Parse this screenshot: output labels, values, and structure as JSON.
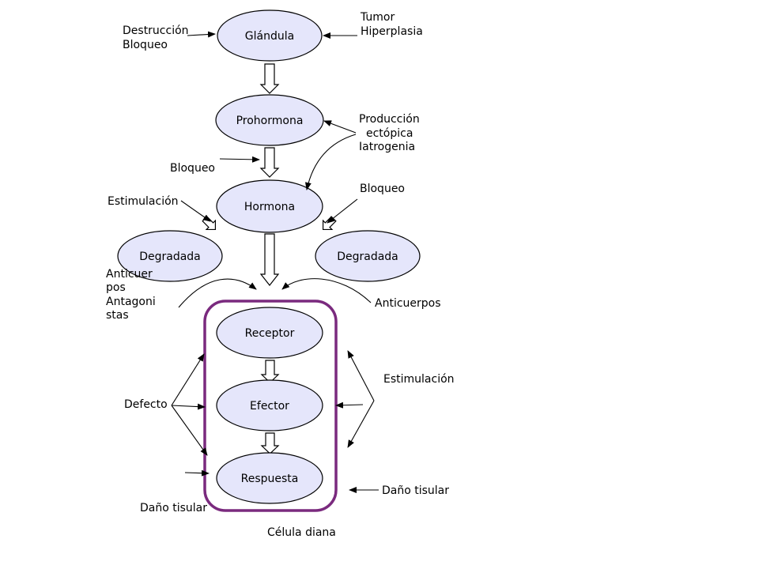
{
  "colors": {
    "node_fill": "#e5e6fb",
    "node_stroke": "#000000",
    "cell_border": "#7a2a7e",
    "text": "#000000"
  },
  "nodes": {
    "glandula": "Glándula",
    "prohormona": "Prohormona",
    "hormona": "Hormona",
    "degradada_left": "Degradada",
    "degradada_right": "Degradada",
    "receptor": "Receptor",
    "efector": "Efector",
    "respuesta": "Respuesta"
  },
  "labels": {
    "destruccion": "Destrucción",
    "bloqueo_1": "Bloqueo",
    "tumor": "Tumor",
    "hiperplasia": "Hiperplasia",
    "produccion": "Producción",
    "ectopica": "ectópica",
    "iatrogenia": "Iatrogenia",
    "bloqueo_2": "Bloqueo",
    "bloqueo_3": "Bloqueo",
    "estimulacion_left": "Estimulación",
    "anticuer": "Anticuer",
    "pos": "pos",
    "antagoni": "Antagoni",
    "stas": "stas",
    "anticuerpos": "Anticuerpos",
    "estimulacion_right": "Estimulación",
    "defecto": "Defecto",
    "dano_left": "Daño tisular",
    "dano_right": "Daño tisular",
    "celula_diana": "Célula diana"
  }
}
